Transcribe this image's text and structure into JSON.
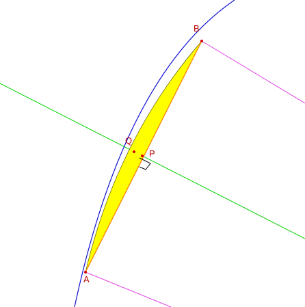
{
  "points": {
    "A": {
      "label": "A"
    },
    "B": {
      "label": "B"
    },
    "P": {
      "label": "P"
    },
    "Q": {
      "label": "Q"
    }
  },
  "colors": {
    "curve": "#1010d0",
    "chord": "#ff8000",
    "segment_fill": "#ffff00",
    "segment_stroke": "#404000",
    "green_line": "#00d000",
    "magenta_line": "#e040e0",
    "point": "#d00000",
    "label": "#c00000",
    "right_angle": "#000000"
  }
}
